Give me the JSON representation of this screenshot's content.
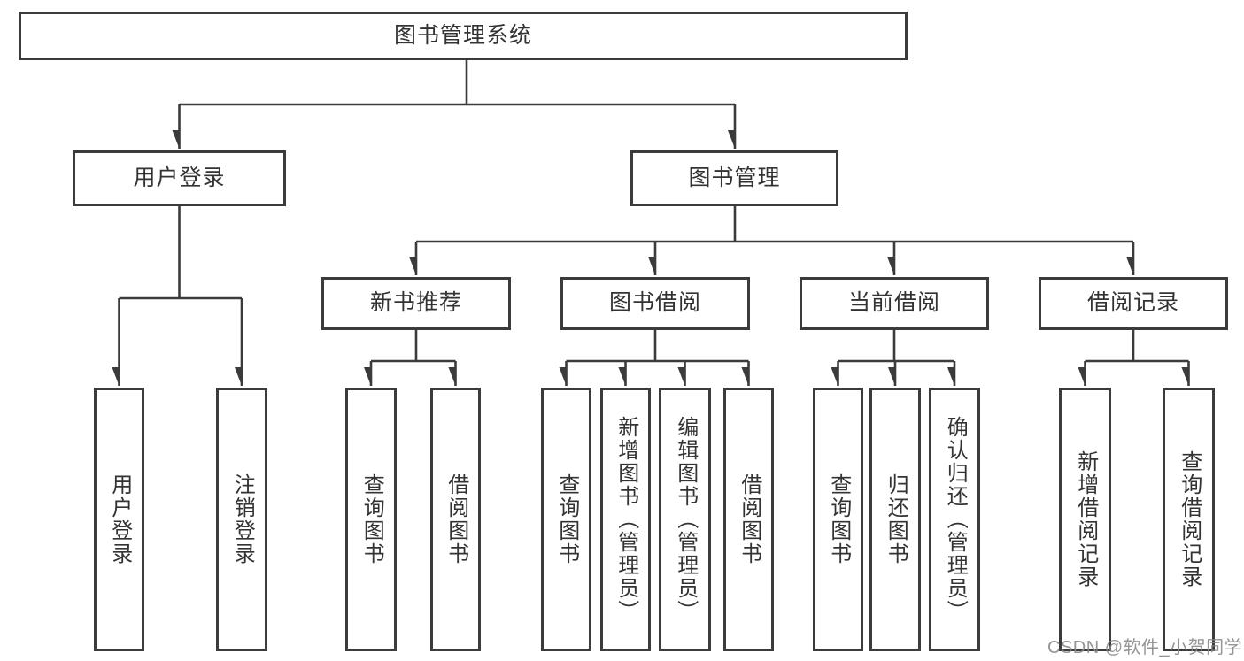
{
  "diagram": {
    "root": "图书管理系统",
    "branches": {
      "user_login": {
        "label": "用户登录",
        "children": [
          "用户登录",
          "注销登录"
        ]
      },
      "book_mgmt": {
        "label": "图书管理",
        "sections": {
          "new_books": {
            "label": "新书推荐",
            "children": [
              "查询图书",
              "借阅图书"
            ]
          },
          "borrowing": {
            "label": "图书借阅",
            "children": [
              "查询图书",
              "新增图书（管理员）",
              "编辑图书（管理员）",
              "借阅图书"
            ]
          },
          "current": {
            "label": "当前借阅",
            "children": [
              "查询图书",
              "归还图书",
              "确认归还（管理员）"
            ]
          },
          "records": {
            "label": "借阅记录",
            "children": [
              "新增借阅记录",
              "查询借阅记录"
            ]
          }
        }
      }
    }
  },
  "watermark": {
    "text": "CSDN @软件_小贺同学"
  },
  "colors": {
    "line": "#3b3b3b",
    "box_border": "#3b3b3b",
    "text": "#333333",
    "watermark_gray": "#868686",
    "background": "#ffffff"
  }
}
